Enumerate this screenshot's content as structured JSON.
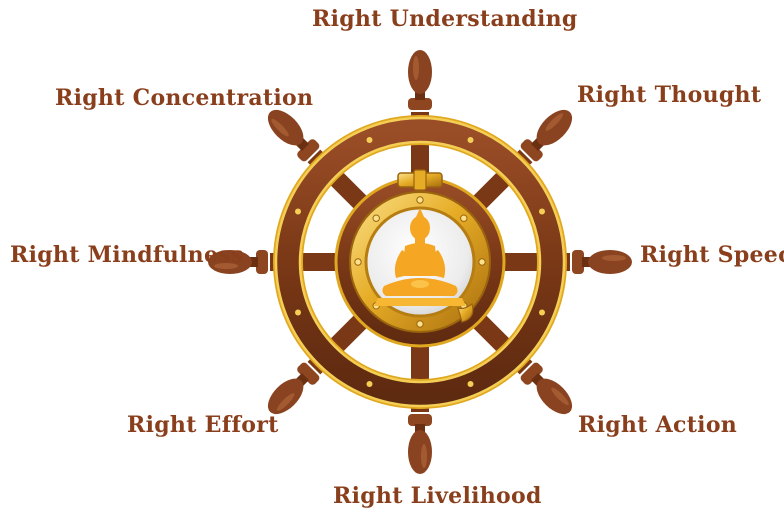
{
  "path": {
    "understanding": "Right Understanding",
    "thought": "Right Thought",
    "speech": "Right Speech",
    "action": "Right Action",
    "livelihood": "Right Livelihood",
    "effort": "Right Effort",
    "mindfulness": "Right Mindfulness",
    "concentration": "Right Concentration"
  },
  "colors": {
    "label": "#8a3f1c",
    "wood_dark": "#6b2f12",
    "wood": "#8e4621",
    "gold": "#e0a820",
    "gold_light": "#f7d56a",
    "buddha": "#f5a623"
  },
  "icons": {
    "wheel": "ship-wheel-icon",
    "center": "buddha-icon"
  }
}
